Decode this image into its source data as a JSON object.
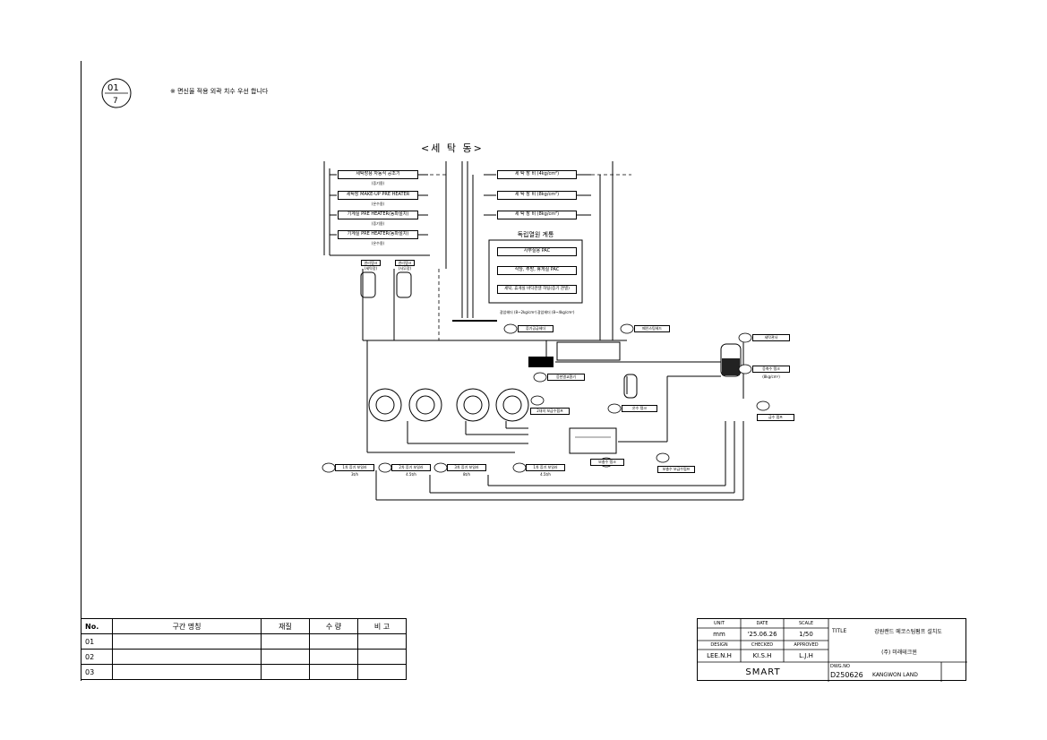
{
  "sheet": {
    "number": "01",
    "total": "7"
  },
  "note": "※ 면신율 적용 외곽 치수 우선 합니다",
  "title": "<세    탁    동>",
  "supply_boxes": [
    {
      "label": "세탁장용 자동식 공조기",
      "sub": "(증기용)"
    },
    {
      "label": "세탁장 MAKE-UP PRE HEATER",
      "sub": "(온수용)"
    },
    {
      "label": "기계실 PRE HEATER(동파설치)",
      "sub": "(증기용)"
    },
    {
      "label": "기계실 PRE HEATER(동파설치)",
      "sub": "(온수용)"
    }
  ],
  "equipment_boxes": [
    {
      "label": "세 탁 장 비 (4kg/cm²)"
    },
    {
      "label": "세 탁 장 비 (8kg/cm²)"
    },
    {
      "label": "세 탁 장 비 (8kg/cm²)"
    }
  ],
  "district": {
    "title": "독립열원 계통",
    "items": [
      "사무실용 PAC",
      "식당, 주방, 휴게실 PAC",
      "세탁, 휴게실 바닥관넬 히팅(증기 관넬)"
    ]
  },
  "small_tanks": [
    {
      "label": "관리탱크",
      "sub": "(세탁장)"
    },
    {
      "label": "관리탱크",
      "sub": "(사무장)"
    }
  ],
  "pressure_labels": [
    "광압헤더 (8~2kg/cm²)",
    "광압헤더 (8~4kg/cm²)"
  ],
  "callouts": [
    "증기공급헤더",
    "메인스팀헤드",
    "세탁관사",
    "응축수 탱크",
    "(8kg/cm²)",
    "응현열교환기",
    "온수 탱크",
    "급수 펌프",
    "2대의 보급수펌프",
    "보충수 탱크",
    "보충수 보급수펌프"
  ],
  "boilers": [
    {
      "label": "1차 증기 보일러",
      "cap": "3t/h"
    },
    {
      "label": "2차 증기 보일러",
      "cap": "4.5t/h"
    },
    {
      "label": "3차 증기 보일러",
      "cap": "8t/h"
    },
    {
      "label": "1차 증기 보일러",
      "cap": "4.5t/h"
    }
  ],
  "revision_table": {
    "headers": [
      "No.",
      "구간 명칭",
      "재질",
      "수 량",
      "비 고"
    ],
    "rows": [
      "01",
      "02",
      "03"
    ]
  },
  "title_block": {
    "unit_h": "UNIT",
    "unit": "mm",
    "date_h": "DATE",
    "date": "'25.06.26",
    "scale_h": "SCALE",
    "scale": "1/50",
    "design_h": "DESIGN",
    "design": "LEE.N.H",
    "checked_h": "CHECKED",
    "checked": "KI.S.H",
    "approved_h": "APPROVED",
    "approved": "L.J.H",
    "title_h": "TITLE",
    "title": "강원랜드 메코스팀펌프 설치도",
    "company": "(주) 미래테크윈",
    "brand": "SMART",
    "dwg_h": "DWG.NO",
    "dwg": "D250626",
    "client": "KANGWON LAND"
  }
}
